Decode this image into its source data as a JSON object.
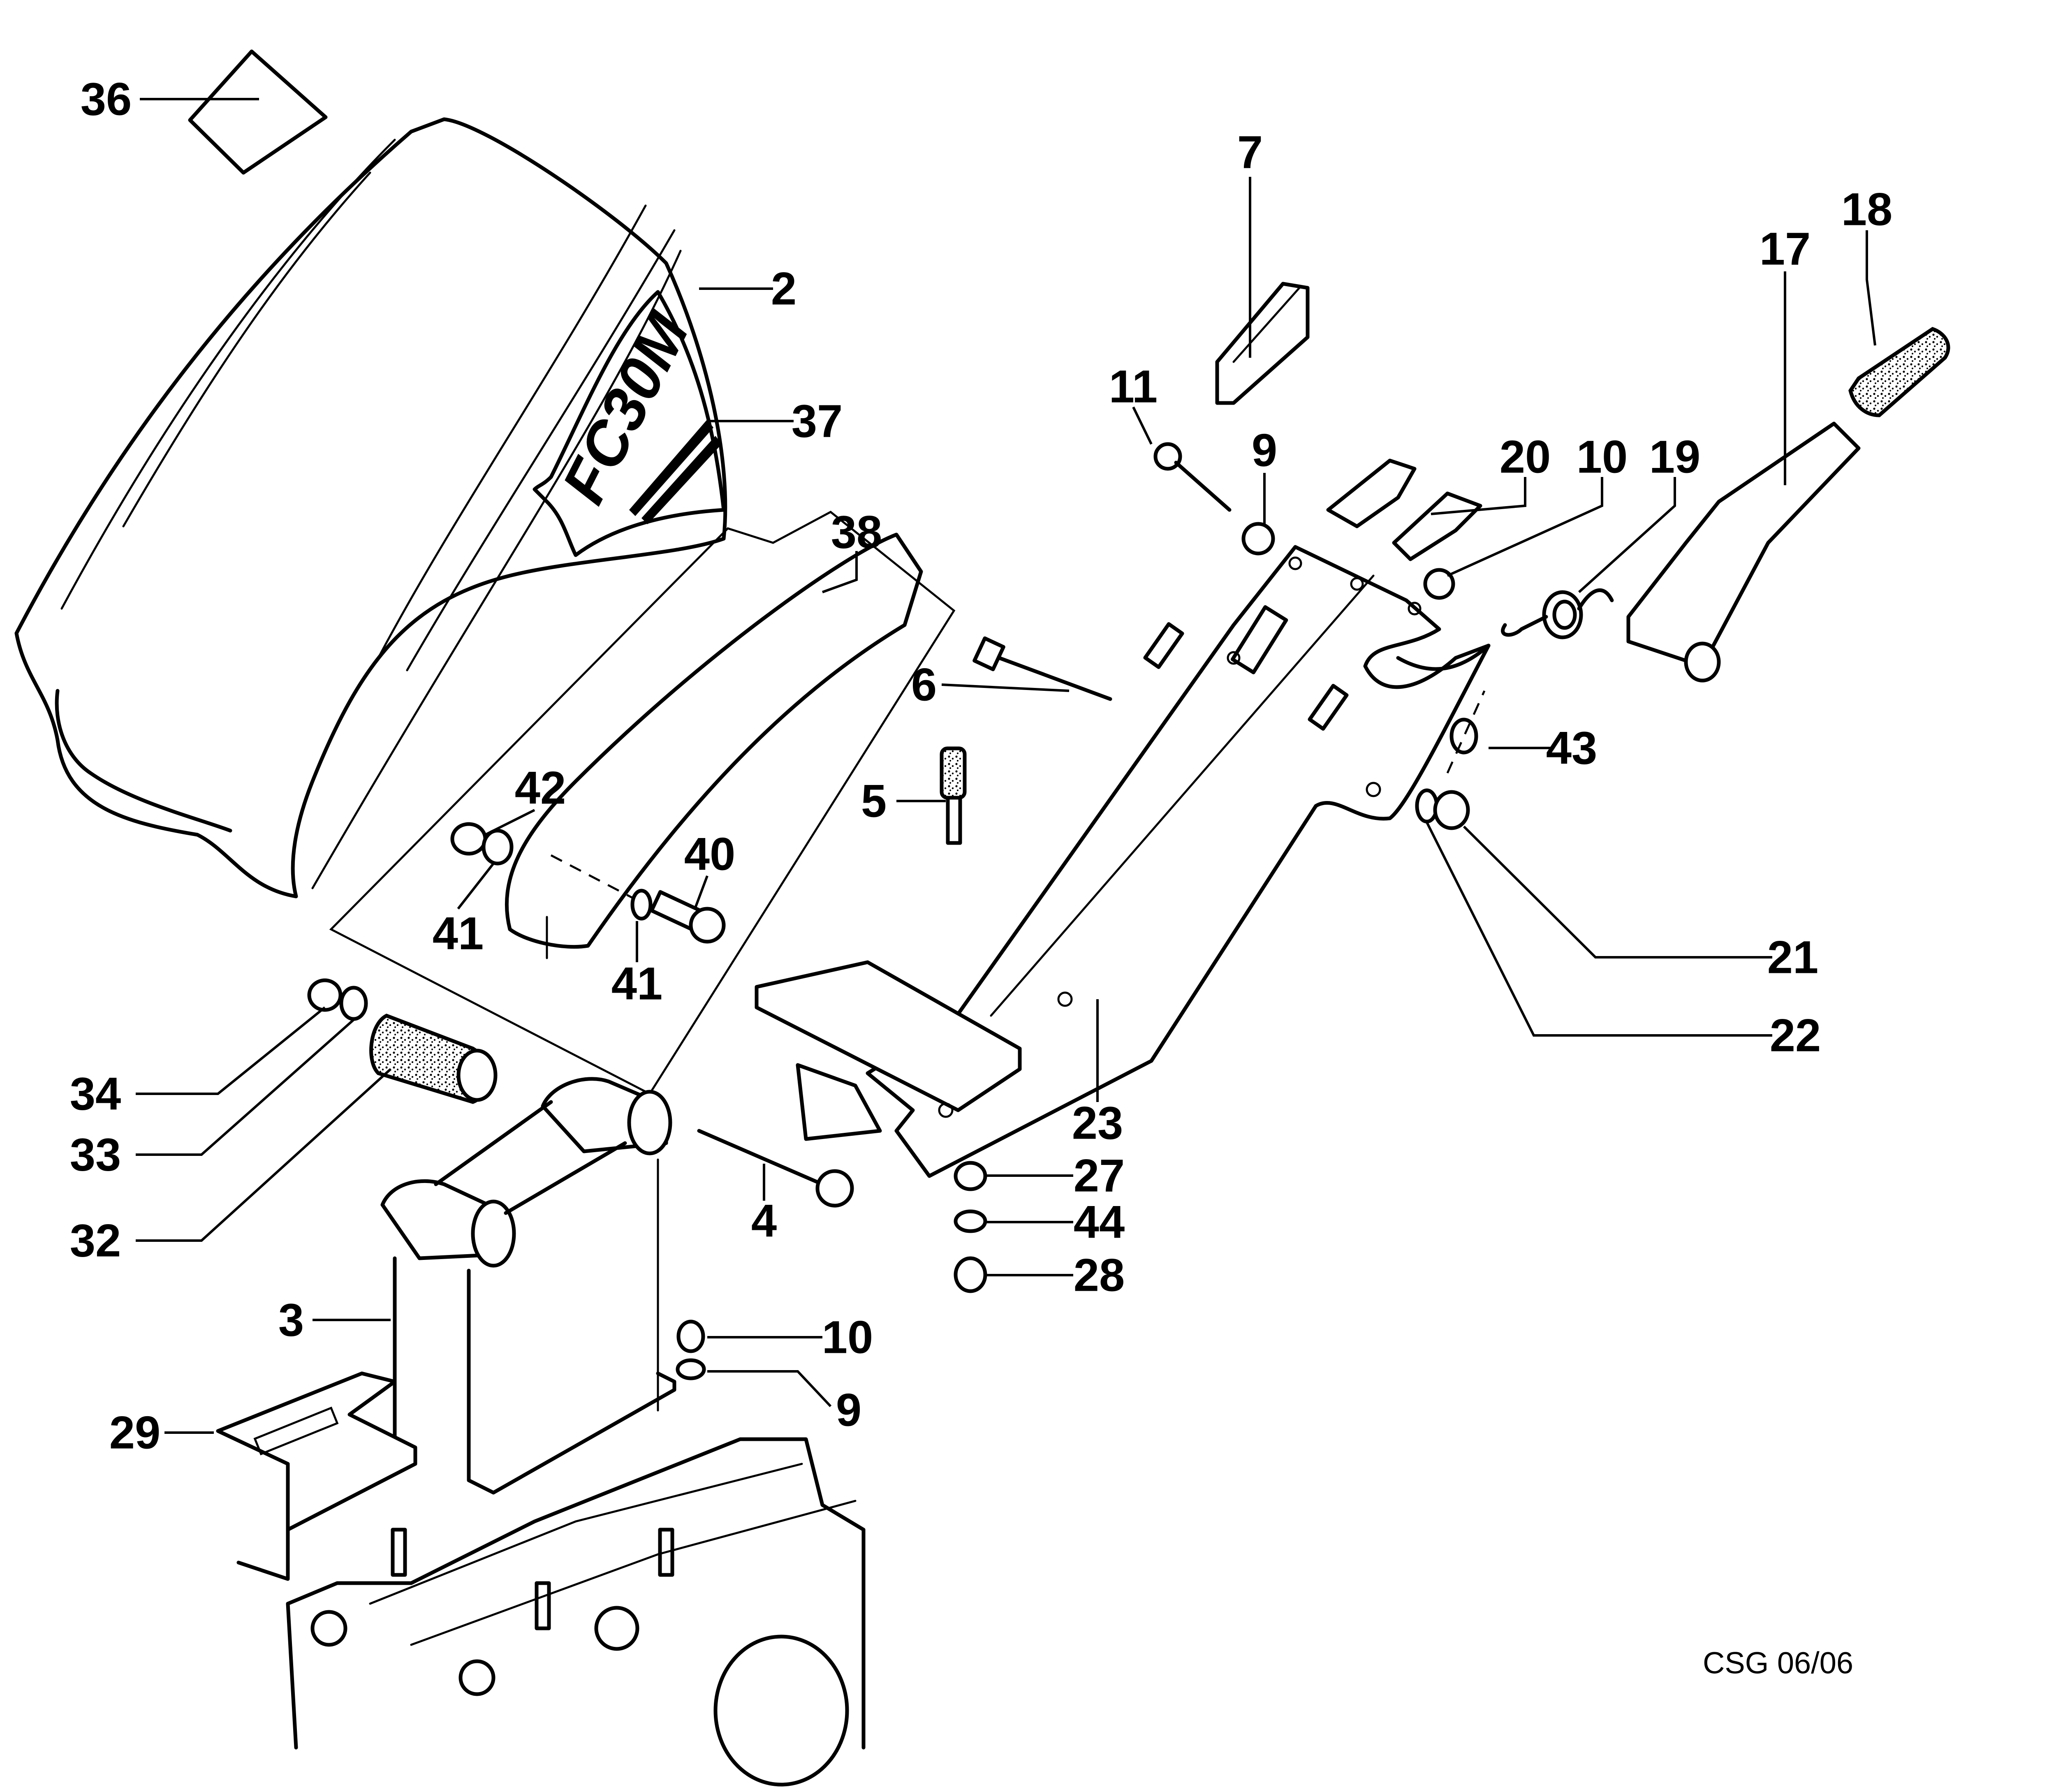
{
  "diagram": {
    "type": "exploded-parts-diagram",
    "logo_text": "FC30M",
    "footer_code": "CSG 06/06",
    "callouts": [
      {
        "id": "c36",
        "label": "36",
        "part": "decal"
      },
      {
        "id": "c2",
        "label": "2",
        "part": "hood-cover"
      },
      {
        "id": "c37",
        "label": "37",
        "part": "model-decal"
      },
      {
        "id": "c7",
        "label": "7",
        "part": "block"
      },
      {
        "id": "c18",
        "label": "18",
        "part": "handle-grip"
      },
      {
        "id": "c17",
        "label": "17",
        "part": "lever"
      },
      {
        "id": "c11",
        "label": "11",
        "part": "screw"
      },
      {
        "id": "c9a",
        "label": "9",
        "part": "washer"
      },
      {
        "id": "c20",
        "label": "20",
        "part": "clamp"
      },
      {
        "id": "c10a",
        "label": "10",
        "part": "nut"
      },
      {
        "id": "c19",
        "label": "19",
        "part": "spring"
      },
      {
        "id": "c38",
        "label": "38",
        "part": "handle-kit"
      },
      {
        "id": "c6",
        "label": "6",
        "part": "bolt"
      },
      {
        "id": "c43",
        "label": "43",
        "part": "nut"
      },
      {
        "id": "c5",
        "label": "5",
        "part": "stud-spacer"
      },
      {
        "id": "c42",
        "label": "42",
        "part": "nut"
      },
      {
        "id": "c40",
        "label": "40",
        "part": "bolt"
      },
      {
        "id": "c41a",
        "label": "41",
        "part": "washer"
      },
      {
        "id": "c41b",
        "label": "41",
        "part": "washer"
      },
      {
        "id": "c21",
        "label": "21",
        "part": "nut"
      },
      {
        "id": "c22",
        "label": "22",
        "part": "washer"
      },
      {
        "id": "c34",
        "label": "34",
        "part": "nut"
      },
      {
        "id": "c33",
        "label": "33",
        "part": "washer"
      },
      {
        "id": "c32",
        "label": "32",
        "part": "rubber-bushing"
      },
      {
        "id": "c23",
        "label": "23",
        "part": "handlebar-frame"
      },
      {
        "id": "c27",
        "label": "27",
        "part": "washer"
      },
      {
        "id": "c44",
        "label": "44",
        "part": "washer"
      },
      {
        "id": "c28",
        "label": "28",
        "part": "nut"
      },
      {
        "id": "c4",
        "label": "4",
        "part": "bolt"
      },
      {
        "id": "c3",
        "label": "3",
        "part": "support-bracket"
      },
      {
        "id": "c10b",
        "label": "10",
        "part": "nut"
      },
      {
        "id": "c9b",
        "label": "9",
        "part": "washer"
      },
      {
        "id": "c29",
        "label": "29",
        "part": "mounting-plate"
      }
    ]
  }
}
